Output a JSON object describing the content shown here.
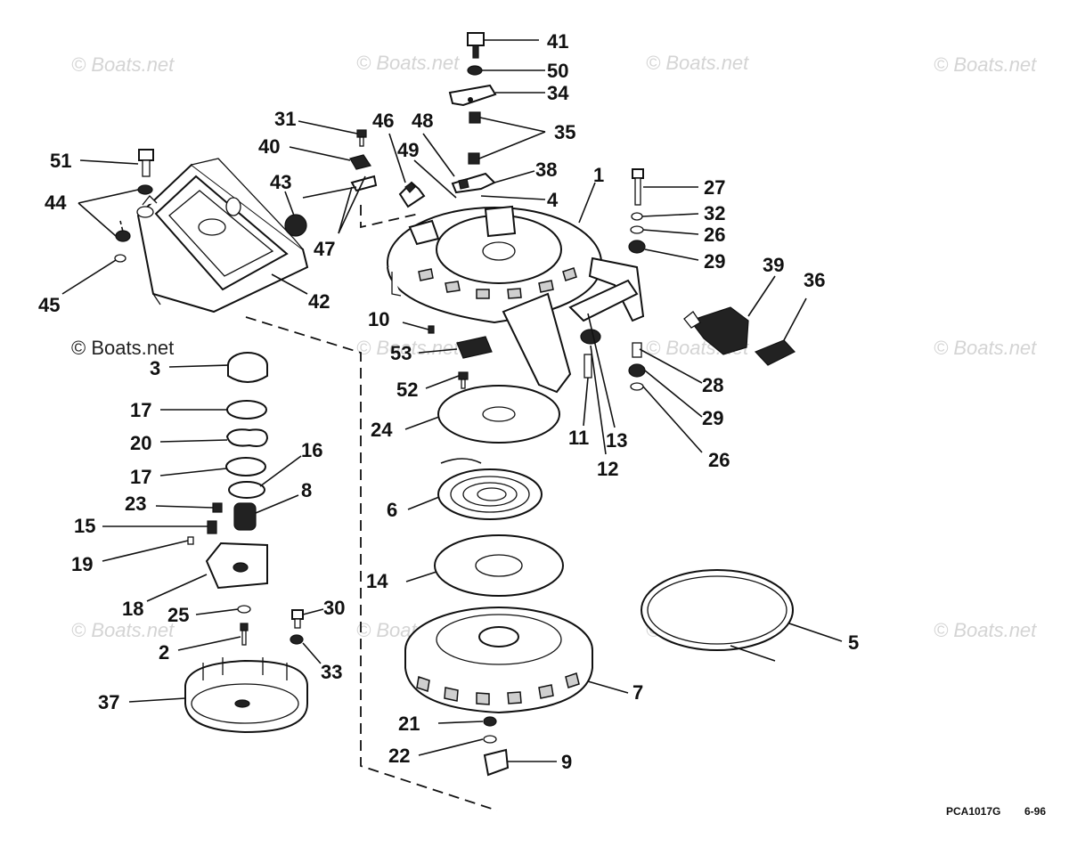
{
  "diagram": {
    "watermark": "© Boats.net",
    "footer_code": "PCA1017G",
    "footer_date": "6-96",
    "callouts": [
      "1",
      "2",
      "3",
      "4",
      "5",
      "6",
      "7",
      "8",
      "9",
      "10",
      "11",
      "12",
      "13",
      "14",
      "15",
      "16",
      "17",
      "17",
      "18",
      "19",
      "20",
      "21",
      "22",
      "23",
      "24",
      "25",
      "26",
      "26",
      "27",
      "28",
      "29",
      "29",
      "30",
      "31",
      "32",
      "33",
      "34",
      "35",
      "36",
      "37",
      "38",
      "39",
      "40",
      "41",
      "42",
      "43",
      "44",
      "45",
      "46",
      "47",
      "48",
      "49",
      "50",
      "51",
      "52",
      "53"
    ]
  }
}
